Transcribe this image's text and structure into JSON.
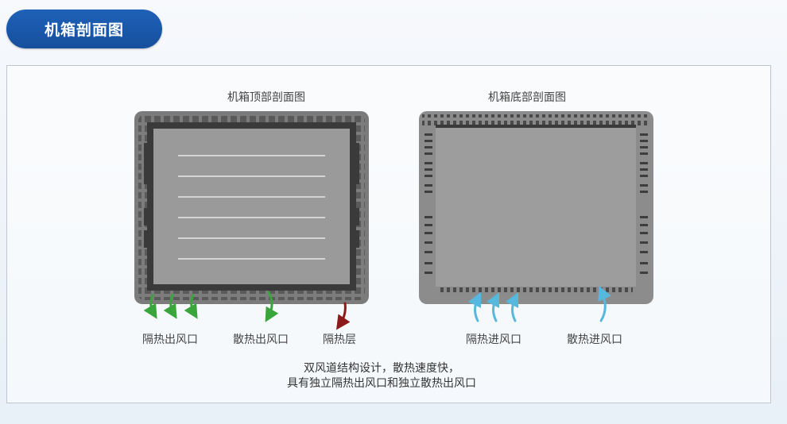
{
  "header": {
    "title": "机箱剖面图"
  },
  "diagram": {
    "top_view": {
      "title": "机箱顶部剖面图",
      "labels": {
        "left_outlet": "隔热出风口",
        "center_outlet": "散热出风口",
        "insulation": "隔热层"
      }
    },
    "bottom_view": {
      "title": "机箱底部剖面图",
      "labels": {
        "left_inlet": "隔热进风口",
        "right_inlet": "散热进风口"
      }
    },
    "caption": {
      "line1": "双风道结构设计，散热速度快，",
      "line2": "具有独立隔热出风口和独立散热出风口"
    }
  },
  "colors": {
    "accent": "#1a5bb0",
    "green_arrow": "#3aa53a",
    "red_arrow": "#8b1a1a",
    "cyan_arrow": "#55b8dc"
  }
}
